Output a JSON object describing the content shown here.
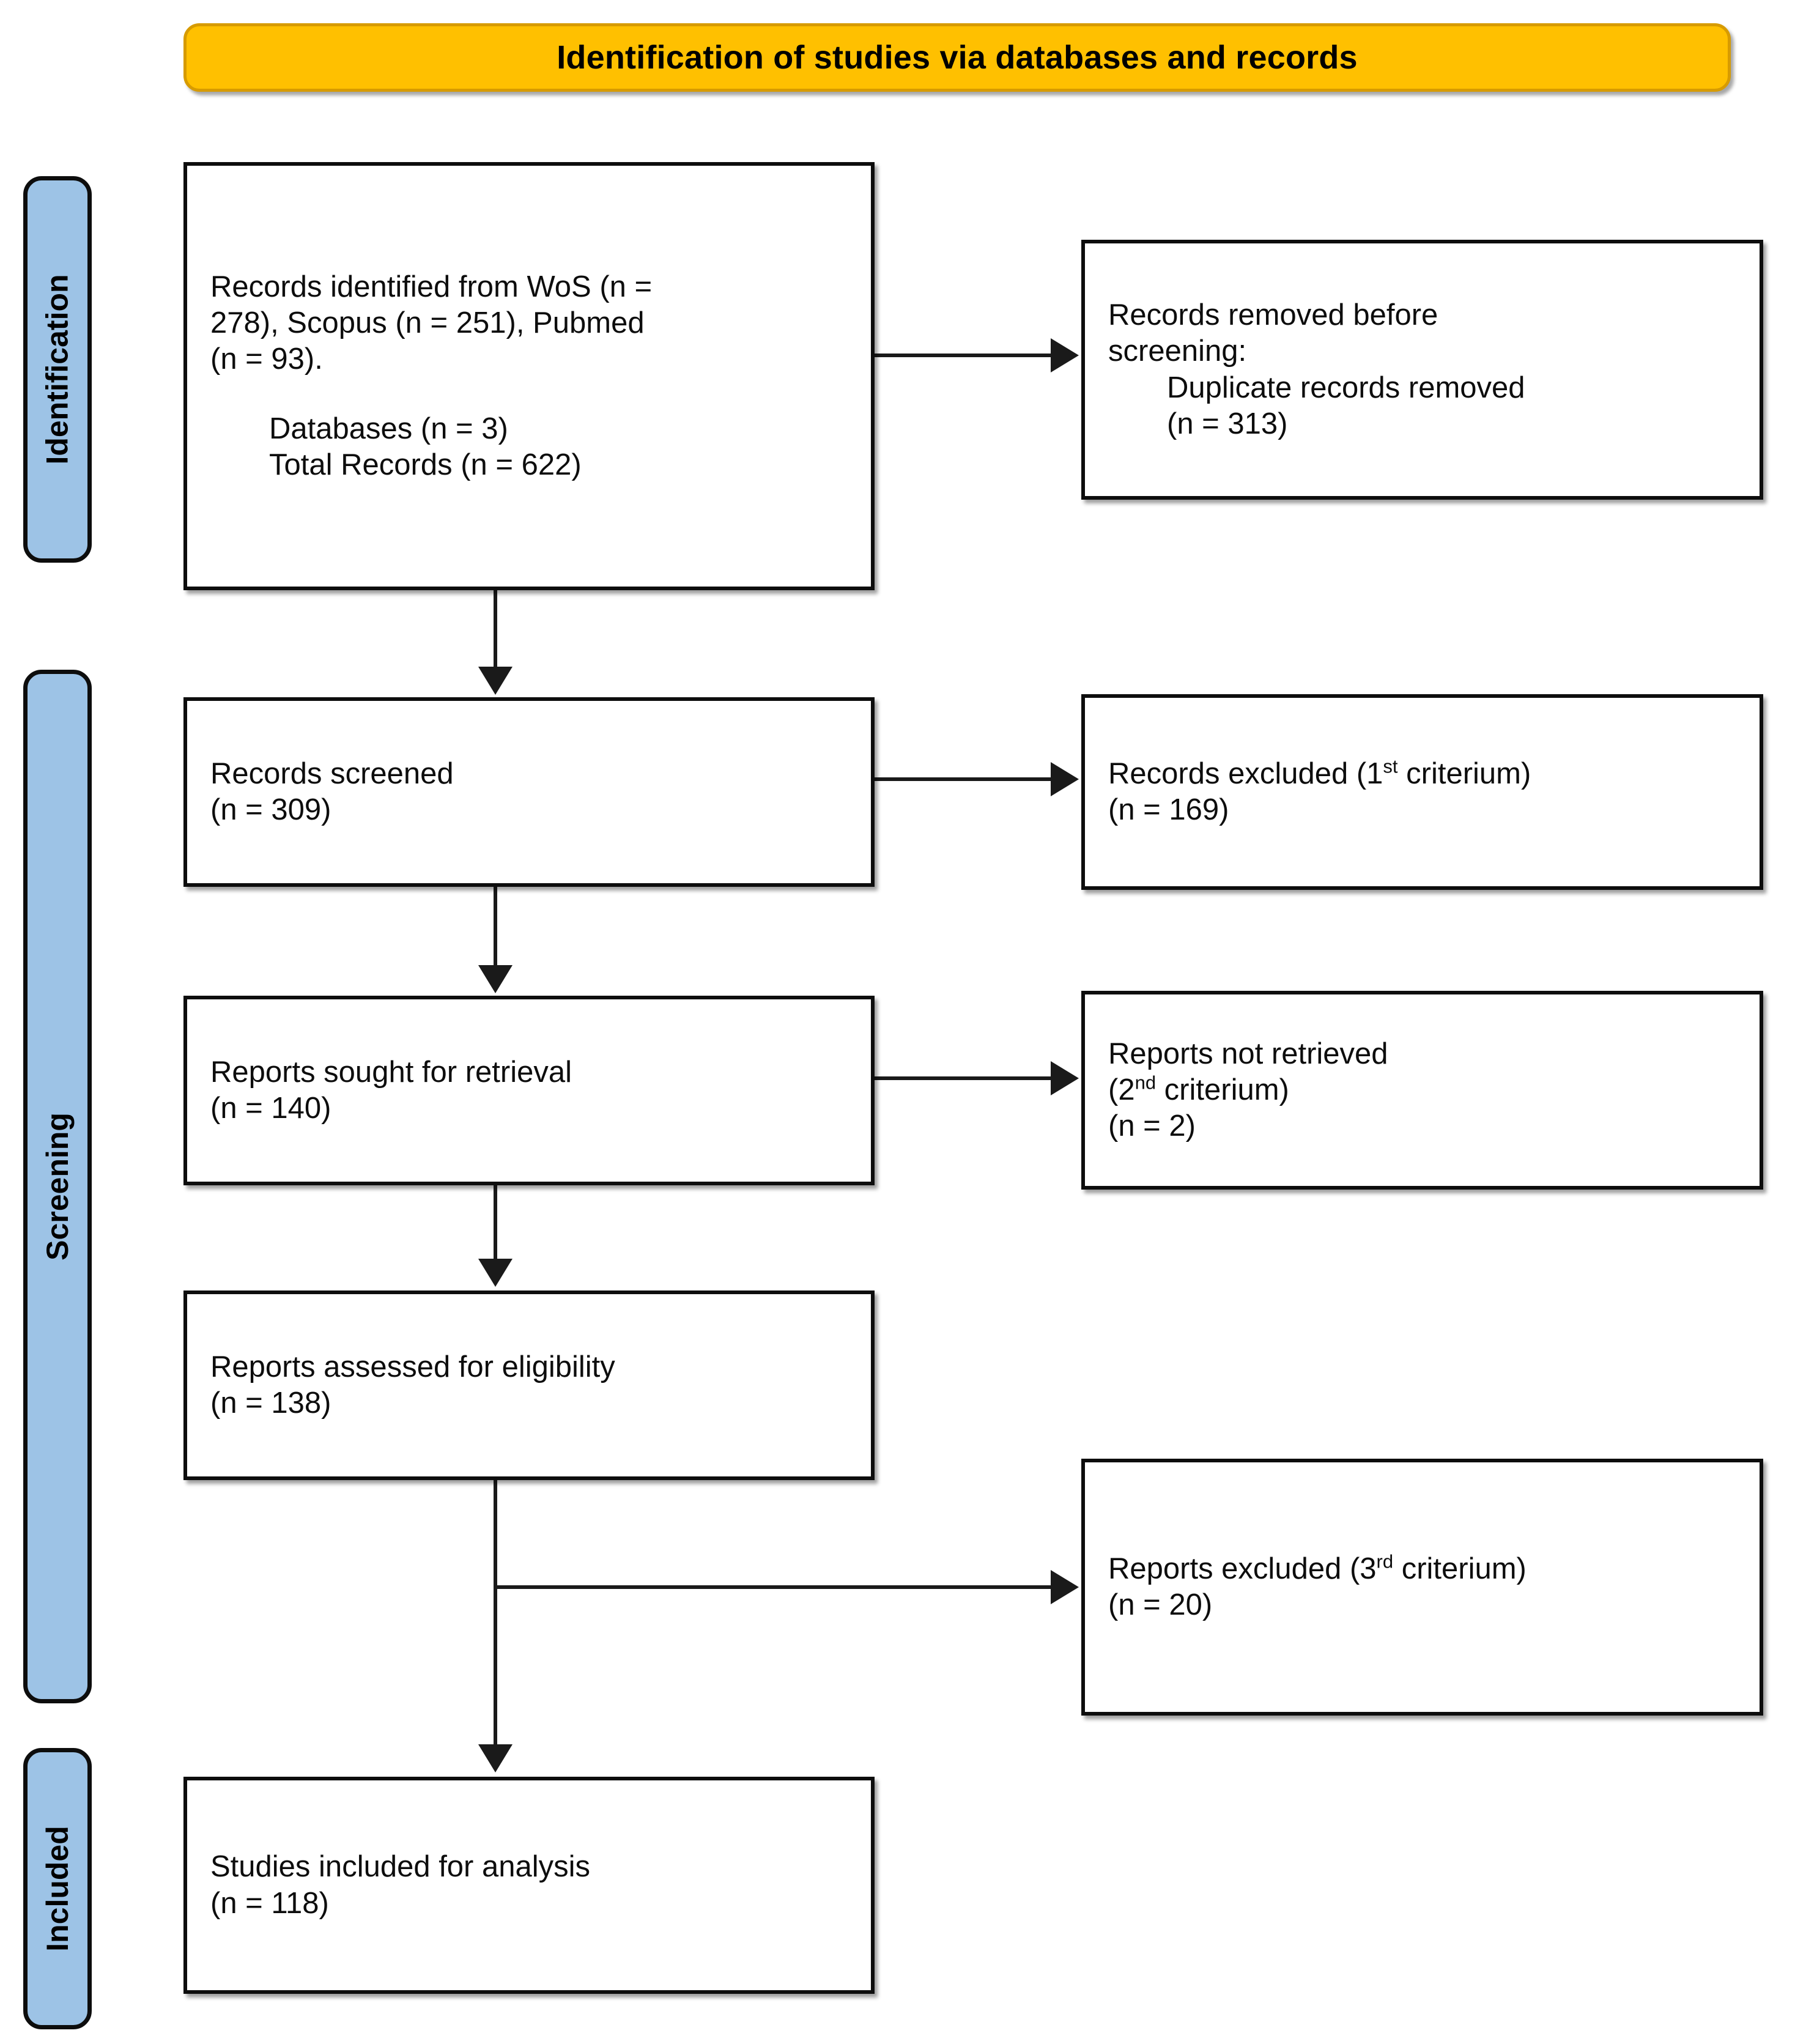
{
  "header": {
    "title": "Identification of studies via databases and records",
    "accent_color": "#FFC000"
  },
  "stages": {
    "accent_color": "#9DC3E6",
    "items": [
      {
        "id": "identification",
        "label": "Identification"
      },
      {
        "id": "screening",
        "label": "Screening"
      },
      {
        "id": "included",
        "label": "Included"
      }
    ]
  },
  "flow": {
    "identified": {
      "line1": "Records identified from WoS (n =",
      "line2": "278), Scopus (n = 251), Pubmed",
      "line3": "(n = 93).",
      "line4": "Databases (n = 3)",
      "line5": "Total Records (n = 622)"
    },
    "removed": {
      "line1": "Records removed before",
      "line2": "screening:",
      "line3": "Duplicate records removed",
      "line4": "(n = 313)"
    },
    "screened": {
      "line1": "Records screened",
      "line2": "(n = 309)"
    },
    "excluded_1": {
      "line1_pre": "Records excluded (1",
      "line1_sup": "st",
      "line1_post": " criterium)",
      "line2": "(n = 169)"
    },
    "sought": {
      "line1": "Reports sought for retrieval",
      "line2": "(n = 140)"
    },
    "not_retrieved": {
      "line1": "Reports not retrieved",
      "line2_pre": "(2",
      "line2_sup": "nd",
      "line2_post": " criterium)",
      "line3": "(n = 2)"
    },
    "assessed": {
      "line1": "Reports assessed for eligibility",
      "line2": "(n = 138)"
    },
    "excluded_3": {
      "line1_pre": "Reports excluded (3",
      "line1_sup": "rd",
      "line1_post": " criterium)",
      "line2": "(n = 20)"
    },
    "included": {
      "line1": "Studies included for analysis",
      "line2": "(n = 118)"
    }
  },
  "chart_data": {
    "type": "diagram",
    "title": "Identification of studies via databases and records",
    "diagram_kind": "PRISMA flow diagram",
    "stages": [
      "Identification",
      "Screening",
      "Included"
    ],
    "nodes": [
      {
        "id": "identified",
        "stage": "Identification",
        "column": "left",
        "label": "Records identified from WoS (n = 278), Scopus (n = 251), Pubmed (n = 93). Databases (n = 3) Total Records (n = 622)",
        "n": 622
      },
      {
        "id": "removed",
        "stage": "Identification",
        "column": "right",
        "label": "Records removed before screening: Duplicate records removed (n = 313)",
        "n": 313
      },
      {
        "id": "screened",
        "stage": "Screening",
        "column": "left",
        "label": "Records screened (n = 309)",
        "n": 309
      },
      {
        "id": "excluded_1",
        "stage": "Screening",
        "column": "right",
        "label": "Records excluded (1st criterium) (n = 169)",
        "n": 169
      },
      {
        "id": "sought",
        "stage": "Screening",
        "column": "left",
        "label": "Reports sought for retrieval (n = 140)",
        "n": 140
      },
      {
        "id": "not_retrieved",
        "stage": "Screening",
        "column": "right",
        "label": "Reports not retrieved (2nd criterium) (n = 2)",
        "n": 2
      },
      {
        "id": "assessed",
        "stage": "Screening",
        "column": "left",
        "label": "Reports assessed for eligibility (n = 138)",
        "n": 138
      },
      {
        "id": "excluded_3",
        "stage": "Screening",
        "column": "right",
        "label": "Reports excluded (3rd criterium) (n = 20)",
        "n": 20
      },
      {
        "id": "included",
        "stage": "Included",
        "column": "left",
        "label": "Studies included for analysis (n = 118)",
        "n": 118
      }
    ],
    "edges": [
      {
        "from": "identified",
        "to": "removed",
        "direction": "right"
      },
      {
        "from": "identified",
        "to": "screened",
        "direction": "down"
      },
      {
        "from": "screened",
        "to": "excluded_1",
        "direction": "right"
      },
      {
        "from": "screened",
        "to": "sought",
        "direction": "down"
      },
      {
        "from": "sought",
        "to": "not_retrieved",
        "direction": "right"
      },
      {
        "from": "sought",
        "to": "assessed",
        "direction": "down"
      },
      {
        "from": "assessed",
        "to": "excluded_3",
        "direction": "right"
      },
      {
        "from": "assessed",
        "to": "included",
        "direction": "down"
      }
    ],
    "sources": [
      {
        "name": "WoS",
        "n": 278
      },
      {
        "name": "Scopus",
        "n": 251
      },
      {
        "name": "Pubmed",
        "n": 93
      }
    ]
  }
}
